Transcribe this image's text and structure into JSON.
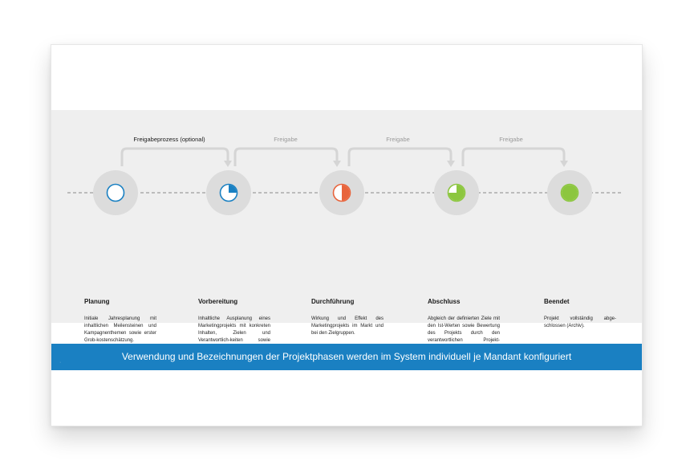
{
  "approvals": {
    "optional": "Freigabeprozess (optional)",
    "step2": "Freigabe",
    "step3": "Freigabe",
    "step4": "Freigabe"
  },
  "phases": [
    {
      "title": "Planung",
      "description": "Initiale Jahresplanung mit inhaltlichen Meilensteinen und Kampagnenthemen sowie erster Grob-kostenschätzung.",
      "progress": 0,
      "color": "#1a80c2"
    },
    {
      "title": "Vorbereitung",
      "description": "Inhaltliche Ausplanung eines Marketingprojekts mit konkreten Inhalten, Zielen und Verantwortlich-keiten sowie Detaillierung der geplanten Kosten.",
      "progress": 0.25,
      "color": "#1a80c2"
    },
    {
      "title": "Durchführung",
      "description": "Wirkung und Effekt des Marketingprojekts im Markt und bei den Zielgruppen.",
      "progress": 0.5,
      "color": "#e8643c"
    },
    {
      "title": "Abschluss",
      "description": "Abgleich der definierten Ziele mit den Ist-Werten sowie Bewertung des Projekts durch den verantwortlichen Projekt-manager. Pflege der Ist-Kosten.",
      "progress": 0.75,
      "color": "#8cc63f"
    },
    {
      "title": "Beendet",
      "description": "Projekt vollständig abge-schlossen (Archiv).",
      "progress": 1,
      "color": "#8cc63f"
    }
  ],
  "banner": {
    "text": "Verwendung und Bezeichnungen der Projektphasen werden im System individuell je Mandant konfiguriert"
  }
}
